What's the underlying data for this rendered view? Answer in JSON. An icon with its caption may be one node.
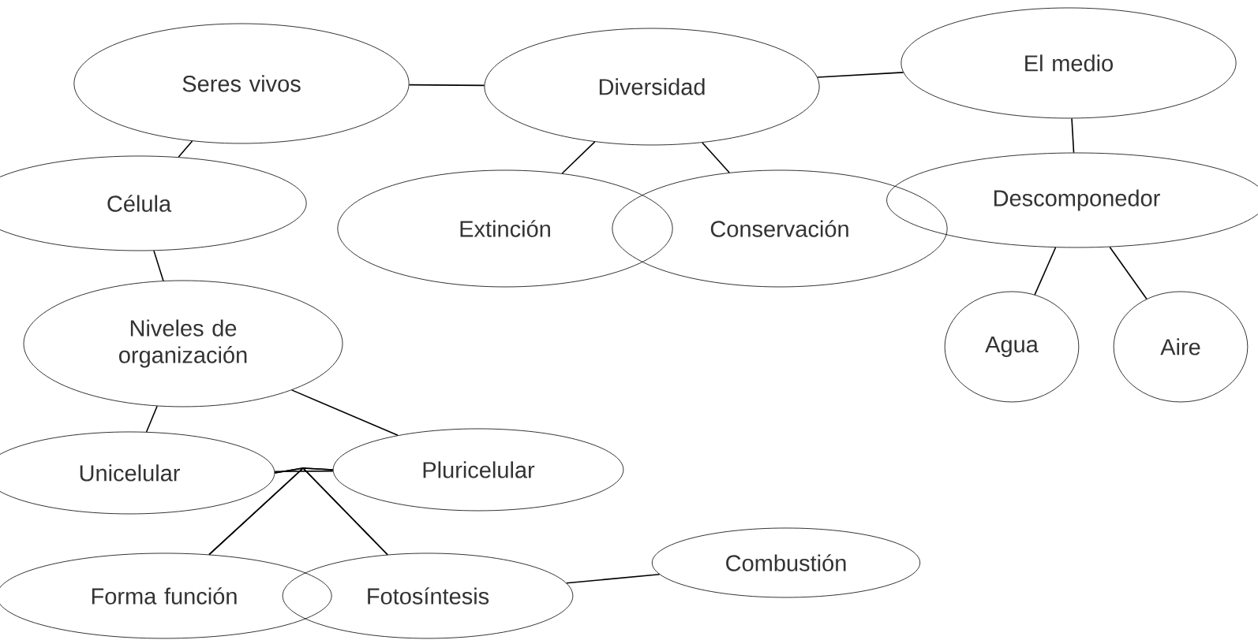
{
  "diagram": {
    "nodes": [
      {
        "text": [
          "Seres vivos"
        ]
      },
      {
        "text": [
          "Diversidad"
        ]
      },
      {
        "text": [
          "El medio"
        ]
      },
      {
        "text": [
          "Célula"
        ]
      },
      {
        "text": [
          "Extinción"
        ]
      },
      {
        "text": [
          "Conservación"
        ]
      },
      {
        "text": [
          "Descomponedor"
        ]
      },
      {
        "text": [
          "Niveles de organización"
        ]
      },
      {
        "text": [
          "Agua"
        ]
      },
      {
        "text": [
          "Aire"
        ]
      },
      {
        "text": [
          "Unicelular"
        ]
      },
      {
        "text": [
          "Pluricelular"
        ]
      },
      {
        "text": [
          "Forma función"
        ]
      },
      {
        "text": [
          "Fotosíntesis"
        ]
      },
      {
        "text": [
          "Combustión"
        ]
      }
    ],
    "edges": [
      {
        "from": 0,
        "to": 1,
        "arrow": "none"
      },
      {
        "from": 1,
        "to": 2,
        "arrow": "none"
      },
      {
        "from": 0,
        "to": 3,
        "arrow": "none"
      },
      {
        "from": 1,
        "to": 4,
        "arrow": "none"
      },
      {
        "from": 1,
        "to": 5,
        "arrow": "none"
      },
      {
        "from": 2,
        "to": 6,
        "arrow": "none"
      },
      {
        "from": 3,
        "to": 7,
        "arrow": "none"
      },
      {
        "from": 6,
        "to": 8,
        "arrow": "none"
      },
      {
        "from": 6,
        "to": 9,
        "arrow": "none"
      },
      {
        "from": 7,
        "to": 10,
        "arrow": "none"
      },
      {
        "from": 7,
        "to": 11,
        "arrow": "none"
      },
      {
        "from": 10,
        "to": 11,
        "arrow": "none"
      },
      {
        "from": 10,
        "to": 12,
        "arrow": "none"
      },
      {
        "from": 10,
        "to": 13,
        "arrow": "none"
      },
      {
        "from": 11,
        "to": 12,
        "arrow": "none"
      },
      {
        "from": 11,
        "to": 13,
        "arrow": "none"
      },
      {
        "from": 13,
        "to": 14,
        "arrow": "none"
      }
    ]
  }
}
